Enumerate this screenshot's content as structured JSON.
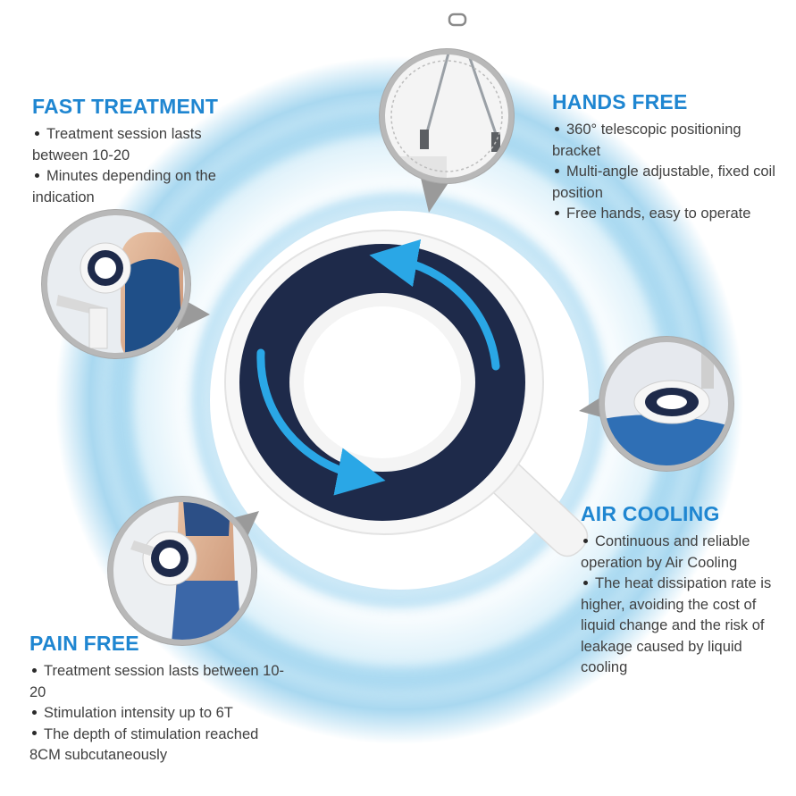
{
  "colors": {
    "accent": "#1f86d1",
    "navy": "#1e2a4a",
    "arrow": "#2aa7e6",
    "glow": "#bfe3f5"
  },
  "sections": {
    "fast_treatment": {
      "title": "FAST TREATMENT",
      "bullets": [
        "Treatment session lasts between 10-20",
        "Minutes depending on the indication"
      ]
    },
    "hands_free": {
      "title": "HANDS FREE",
      "bullets": [
        "360° telescopic positioning bracket",
        "Multi-angle adjustable, fixed coil position",
        "Free hands, easy to operate"
      ]
    },
    "air_cooling": {
      "title": "AIR COOLING",
      "bullets": [
        "Continuous and reliable operation by Air Cooling",
        "The heat dissipation rate is higher, avoiding the cost of liquid change and the risk of leakage caused by liquid cooling"
      ]
    },
    "pain_free": {
      "title": "PAIN FREE",
      "bullets": [
        "Treatment session lasts between 10-20",
        "Stimulation intensity up to 6T",
        "The depth of stimulation reached 8CM subcutaneously"
      ]
    }
  },
  "icons": [
    "rotation-arrow-icon",
    "bullet-dot-icon"
  ]
}
